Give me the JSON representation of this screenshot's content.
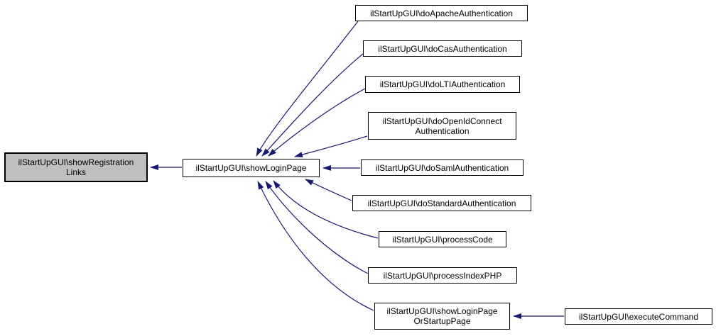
{
  "diagram": {
    "kind": "caller-graph",
    "colors": {
      "edge": "#191970",
      "node_border": "#000000",
      "node_fill": "#ffffff",
      "highlight_fill": "#bfbfbf",
      "text": "#000000",
      "background": "#ffffff"
    },
    "nodes": {
      "showRegistrationLinks": {
        "label": "ilStartUpGUI\\showRegistration\nLinks",
        "highlighted": true
      },
      "showLoginPage": {
        "label": "ilStartUpGUI\\showLoginPage"
      },
      "doApacheAuthentication": {
        "label": "ilStartUpGUI\\doApacheAuthentication"
      },
      "doCasAuthentication": {
        "label": "ilStartUpGUI\\doCasAuthentication"
      },
      "doLTIAuthentication": {
        "label": "ilStartUpGUI\\doLTIAuthentication"
      },
      "doOpenIdConnectAuthentication": {
        "label": "ilStartUpGUI\\doOpenIdConnect\nAuthentication"
      },
      "doSamlAuthentication": {
        "label": "ilStartUpGUI\\doSamlAuthentication"
      },
      "doStandardAuthentication": {
        "label": "ilStartUpGUI\\doStandardAuthentication"
      },
      "processCode": {
        "label": "ilStartUpGUI\\processCode"
      },
      "processIndexPHP": {
        "label": "ilStartUpGUI\\processIndexPHP"
      },
      "showLoginPageOrStartupPage": {
        "label": "ilStartUpGUI\\showLoginPage\nOrStartupPage"
      },
      "executeCommand": {
        "label": "ilStartUpGUI\\executeCommand"
      }
    },
    "edges": [
      {
        "from": "showLoginPage",
        "to": "showRegistrationLinks"
      },
      {
        "from": "doApacheAuthentication",
        "to": "showLoginPage"
      },
      {
        "from": "doCasAuthentication",
        "to": "showLoginPage"
      },
      {
        "from": "doLTIAuthentication",
        "to": "showLoginPage"
      },
      {
        "from": "doOpenIdConnectAuthentication",
        "to": "showLoginPage"
      },
      {
        "from": "doSamlAuthentication",
        "to": "showLoginPage"
      },
      {
        "from": "doStandardAuthentication",
        "to": "showLoginPage"
      },
      {
        "from": "processCode",
        "to": "showLoginPage"
      },
      {
        "from": "processIndexPHP",
        "to": "showLoginPage"
      },
      {
        "from": "showLoginPageOrStartupPage",
        "to": "showLoginPage"
      },
      {
        "from": "executeCommand",
        "to": "showLoginPageOrStartupPage"
      }
    ]
  }
}
